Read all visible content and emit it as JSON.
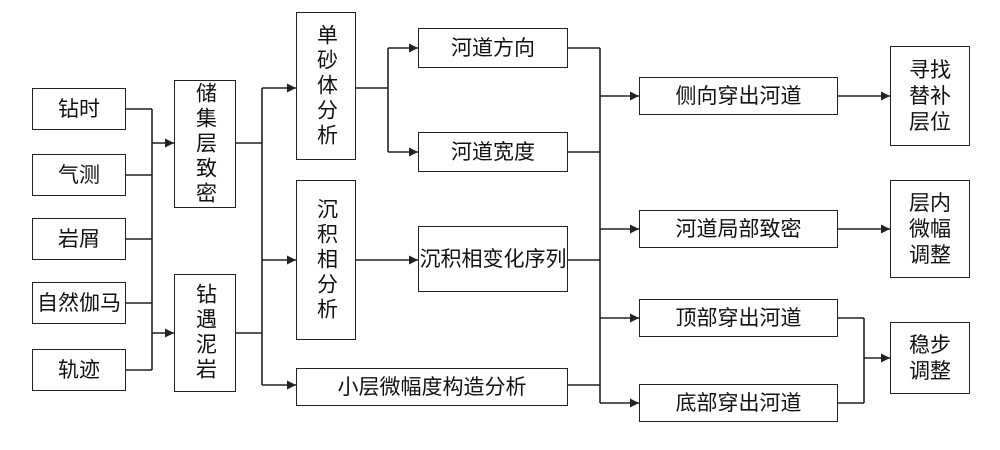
{
  "inputs": [
    "钻时",
    "气测",
    "岩屑",
    "自然伽马",
    "轨迹"
  ],
  "causes": [
    "储集层致密",
    "钻遇泥岩"
  ],
  "analyses": {
    "single_sand": "单砂体分析",
    "sedimentary": "沉积相分析",
    "micro_structure": "小层微幅度构造分析"
  },
  "factors": {
    "channel_direction": "河道方向",
    "channel_width": "河道宽度",
    "facies_sequence": "沉积相变化序列"
  },
  "scenarios": [
    "侧向穿出河道",
    "河道局部致密",
    "顶部穿出河道",
    "底部穿出河道"
  ],
  "actions": {
    "find_replacement": "寻找\n替补\n层位",
    "micro_adjust": "层内\n微幅\n调整",
    "steady_adjust": "稳步\n调整"
  }
}
